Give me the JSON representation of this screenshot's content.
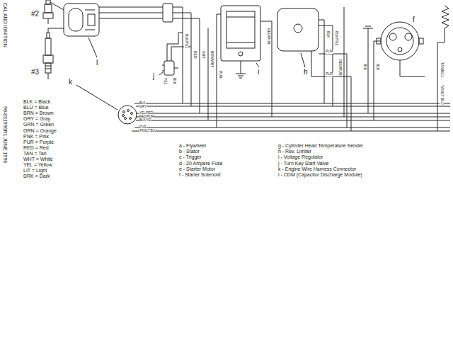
{
  "diagram": {
    "labels": [
      "CAL AND IGNITION",
      "90-831996R1 JUNE 1996",
      "#2",
      "#3",
      "l",
      "j",
      "i",
      "h",
      "f",
      "k",
      "BLK = Black",
      "BLU = Blue",
      "BRN = Brown",
      "GRY = Gray",
      "GRN = Green",
      "ORN = Orange",
      "PNK = Pink",
      "PUR = Purple",
      "RED = Red",
      "TAN = Tan",
      "WHT = White",
      "YEL = Yellow",
      "LIT = Light",
      "DRK = Dark",
      "a - Flywheel",
      "b - Stator",
      "c - Trigger",
      "d - 20 Ampere Fuse",
      "e - Starter Motor",
      "f - Starter Solenoid",
      "g - Cylinder Head Temperature Sender",
      "h - Rev. Limiter",
      "i - Voltage Regulator",
      "j - Turn Key Start Valve",
      "k - Engine Wire Harness Connector",
      "l - CDM (Capacitor Discharge Module)",
      "BLK",
      "GRY",
      "YEL/RED",
      "RED/PUR",
      "BLK/YEL",
      "PUR",
      "TAN/LT.BLU",
      "YEL",
      "BLK",
      "BLK/YEL",
      "RED",
      "GRY",
      "BRN/WHT",
      "PUR",
      "RED/PUR",
      "BLK",
      "BLK/YEL",
      "RED/PUR",
      "PUR",
      "PUR",
      "BLK",
      "BLK",
      "TAN/BLU",
      "TAN/LT BLU"
    ]
  }
}
